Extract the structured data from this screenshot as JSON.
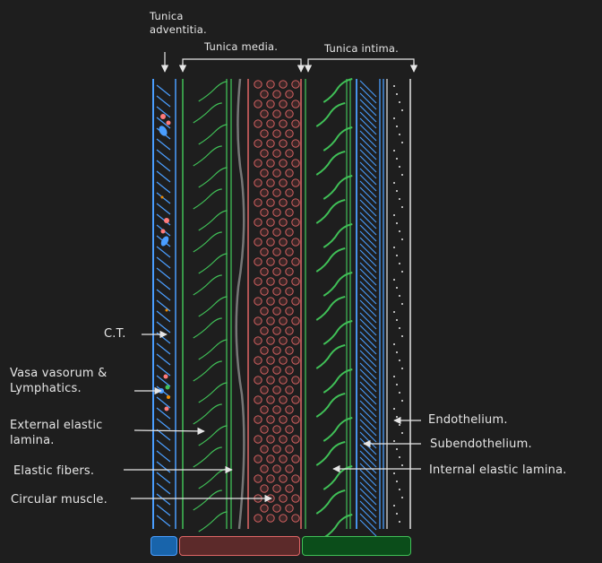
{
  "layers": {
    "adventitia": "Tunica\nadventitia.",
    "media": "Tunica media.",
    "intima": "Tunica intima."
  },
  "labels": {
    "ct": "C.T.",
    "vasa": "Vasa vasorum &\nLymphatics.",
    "external_elastic": "External elastic\nlamina.",
    "elastic_fibers": "Elastic fibers.",
    "circular_muscle": "Circular muscle.",
    "endothelium": "Endothelium.",
    "subendothelium": "Subendothelium.",
    "internal_elastic": "Internal elastic lamina."
  },
  "colors": {
    "background": "#1e1e1e",
    "adventitia_blue": "#4a9eff",
    "muscle_red": "#e06666",
    "fiber_green": "#40c057",
    "intima_white": "#e6e6e6",
    "swatch_blue": "#1864ab",
    "swatch_red": "#5c2a2a",
    "swatch_green": "#0b4d1a"
  }
}
